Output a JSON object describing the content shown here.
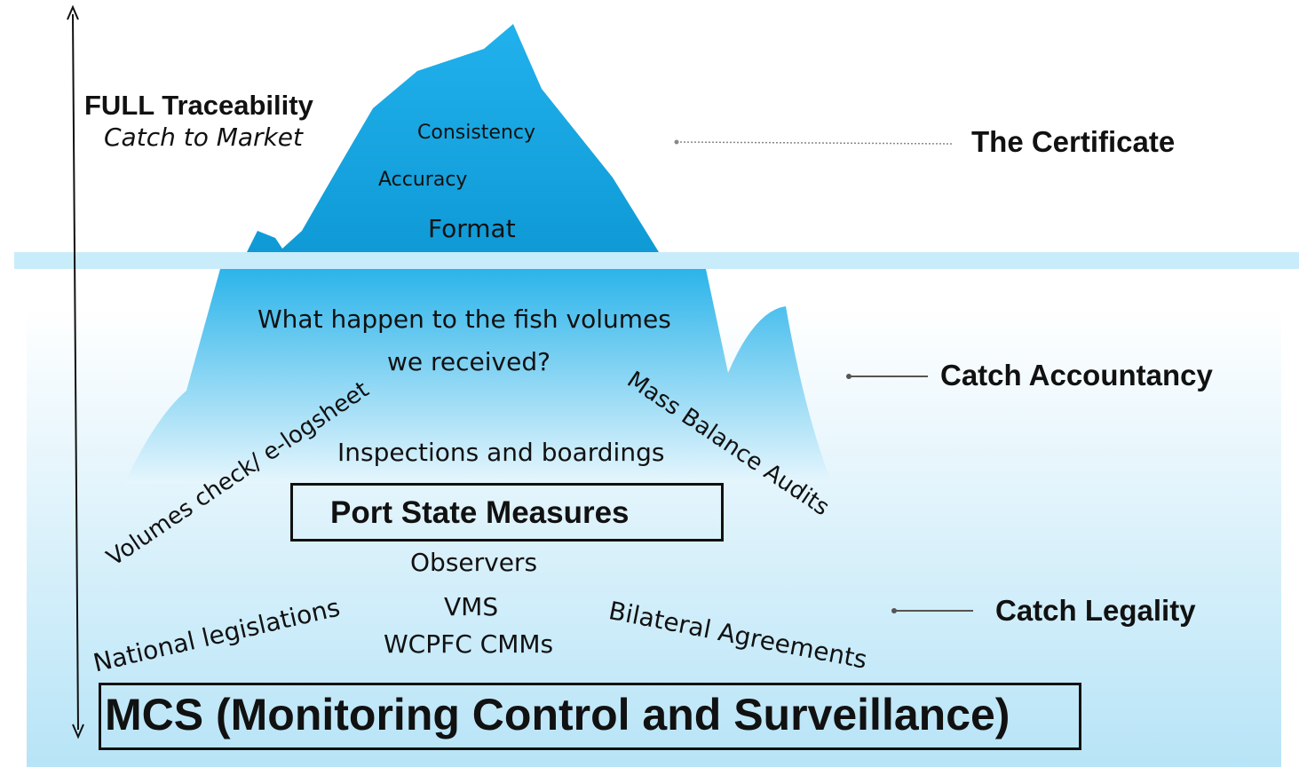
{
  "left_axis": {
    "title": "FULL Traceability",
    "subtitle": "Catch to Market"
  },
  "tip": {
    "items": [
      "Consistency",
      "Accuracy",
      "Format"
    ]
  },
  "underwater": {
    "question_line1": "What happen to the fish volumes",
    "question_line2": "we received?",
    "volumes_check": "Volumes check/ e-logsheet",
    "mass_balance": "Mass Balance Audits",
    "inspections": "Inspections and boardings",
    "port_state": "Port State Measures",
    "observers": "Observers",
    "vms": "VMS",
    "wcpfc": "WCPFC CMMs",
    "national": "National legislations",
    "bilateral": "Bilateral Agreements",
    "mcs": "MCS (Monitoring Control and Surveillance)"
  },
  "levels": {
    "certificate": "The Certificate",
    "accountancy": "Catch Accountancy",
    "legality": "Catch Legality"
  },
  "colors": {
    "iceberg_top": "#29b6ee",
    "iceberg_bottom": "#bfe9f9",
    "water_top": "#ffffff",
    "water_bottom": "#b7e4f7",
    "waterline": "#c9ecfb",
    "text": "#111111"
  }
}
